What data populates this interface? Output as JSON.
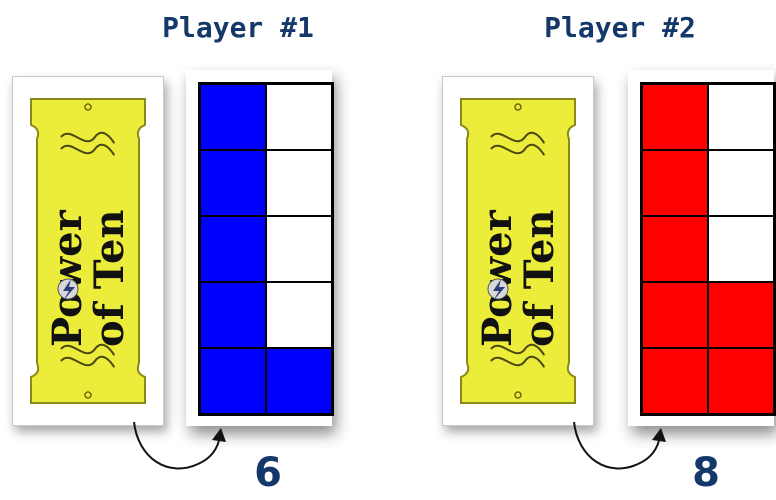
{
  "players": [
    {
      "title": "Player #1",
      "card": {
        "line1": "Power",
        "line2": "of Ten"
      },
      "frame_color": "#0000ff",
      "filled_cells": [
        true,
        false,
        true,
        false,
        true,
        false,
        true,
        false,
        true,
        true
      ],
      "score": "6"
    },
    {
      "title": "Player #2",
      "card": {
        "line1": "Power",
        "line2": "of Ten"
      },
      "frame_color": "#ff0000",
      "filled_cells": [
        true,
        false,
        true,
        false,
        true,
        false,
        true,
        true,
        true,
        true
      ],
      "score": "8"
    }
  ],
  "colors": {
    "title_text": "#15386b",
    "card_yellow": "#ecec3a",
    "empty_cell": "#ffffff"
  },
  "icons": [
    "scroll-ornament-icon",
    "lightning-bolt-icon",
    "curved-arrow-icon"
  ]
}
